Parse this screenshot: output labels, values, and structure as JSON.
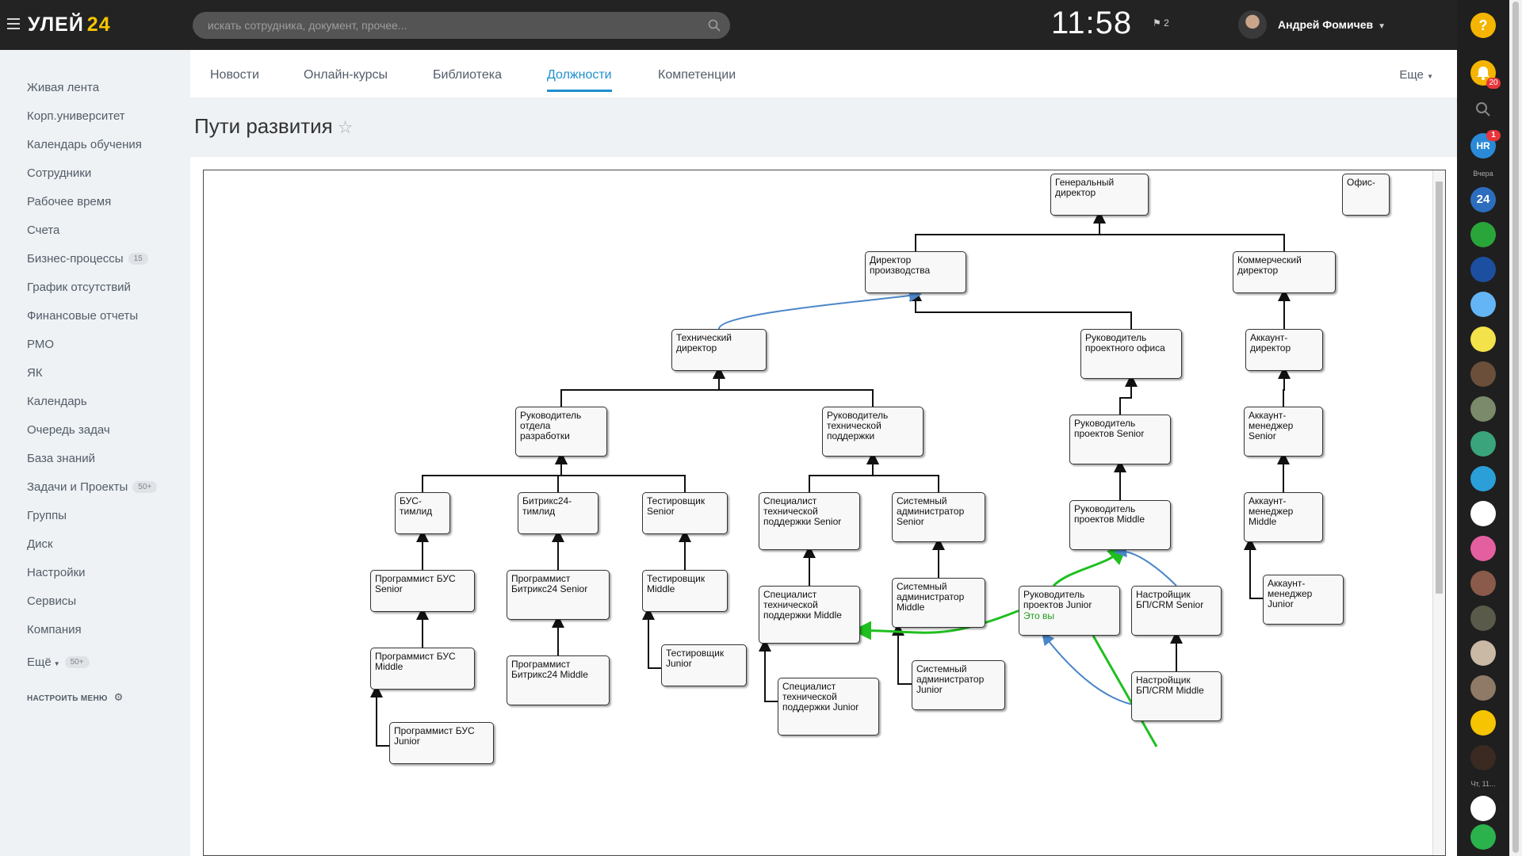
{
  "header": {
    "logo_text": "УЛЕЙ",
    "logo_num": "24",
    "search_placeholder": "искать сотрудника, документ, прочее...",
    "clock": "11:58",
    "flag_count": "2",
    "user_name": "Андрей Фомичев"
  },
  "rail": {
    "help": "?",
    "notif_badge": "20",
    "hr_badge": "1",
    "label_yesterday": "Вчера",
    "label_thu": "Чт, 11...",
    "avatars": [
      "hr",
      "b24",
      "green",
      "superman",
      "user",
      "evident",
      "man1",
      "man2",
      "flower",
      "funnel",
      "target",
      "pink",
      "woman1",
      "man3",
      "woman2",
      "man4",
      "pr-uley",
      "man5",
      "yin",
      "phone"
    ]
  },
  "leftmenu": {
    "items": [
      {
        "label": "Живая лента"
      },
      {
        "label": "Корп.университет"
      },
      {
        "label": "Календарь обучения"
      },
      {
        "label": "Сотрудники"
      },
      {
        "label": "Рабочее время"
      },
      {
        "label": "Счета"
      },
      {
        "label": "Бизнес-процессы",
        "count": "15"
      },
      {
        "label": "График отсутствий"
      },
      {
        "label": "Финансовые отчеты"
      },
      {
        "label": "РМО"
      },
      {
        "label": "ЯК"
      },
      {
        "label": "Календарь"
      },
      {
        "label": "Очередь задач"
      },
      {
        "label": "База знаний"
      },
      {
        "label": "Задачи и Проекты",
        "count": "50+"
      },
      {
        "label": "Группы"
      },
      {
        "label": "Диск"
      },
      {
        "label": "Настройки"
      },
      {
        "label": "Сервисы"
      },
      {
        "label": "Компания"
      }
    ],
    "more_label": "Ещё",
    "more_count": "50+",
    "settings_label": "НАСТРОИТЬ МЕНЮ"
  },
  "tabs": {
    "items": [
      "Новости",
      "Онлайн-курсы",
      "Библиотека",
      "Должности",
      "Компетенции"
    ],
    "active": "Должности",
    "more": "Еще"
  },
  "page": {
    "title": "Пути развития"
  },
  "orgchart": {
    "you_label": "Это вы",
    "nodes": [
      {
        "id": "gen",
        "label": "Генеральный директор"
      },
      {
        "id": "ofis",
        "label": "Офис-"
      },
      {
        "id": "dirprod",
        "label": "Директор производства"
      },
      {
        "id": "kom",
        "label": "Коммерческий директор"
      },
      {
        "id": "tech",
        "label": "Технический директор"
      },
      {
        "id": "rpo",
        "label": "Руководитель проектного офиса"
      },
      {
        "id": "akkdir",
        "label": "Аккаунт-директор"
      },
      {
        "id": "rod",
        "label": "Руководитель отдела разработки"
      },
      {
        "id": "rtp",
        "label": "Руководитель технической поддержки"
      },
      {
        "id": "rps",
        "label": "Руководитель проектов Senior"
      },
      {
        "id": "ams",
        "label": "Аккаунт-менеджер Senior"
      },
      {
        "id": "bust",
        "label": "БУС-тимлид"
      },
      {
        "id": "b24t",
        "label": "Битрикс24-тимлид"
      },
      {
        "id": "tests",
        "label": "Тестировщик Senior"
      },
      {
        "id": "stps",
        "label": "Специалист технической поддержки Senior"
      },
      {
        "id": "sas",
        "label": "Системный администратор Senior"
      },
      {
        "id": "rpm",
        "label": "Руководитель проектов Middle"
      },
      {
        "id": "amm",
        "label": "Аккаунт-менеджер Middle"
      },
      {
        "id": "pbuss",
        "label": "Программист БУС Senior"
      },
      {
        "id": "pb24s",
        "label": "Программист Битрикс24 Senior"
      },
      {
        "id": "testm",
        "label": "Тестировщик Middle"
      },
      {
        "id": "stpm",
        "label": "Специалист технической поддержки Middle"
      },
      {
        "id": "sam",
        "label": "Системный администратор Middle"
      },
      {
        "id": "rpj",
        "label": "Руководитель проектов Junior",
        "you": true
      },
      {
        "id": "nbps",
        "label": "Настройщик БП/CRM Senior"
      },
      {
        "id": "amj",
        "label": "Аккаунт-менеджер Junior"
      },
      {
        "id": "pbusm",
        "label": "Программист БУС Middle"
      },
      {
        "id": "testj",
        "label": "Тестировщик Junior"
      },
      {
        "id": "pb24m",
        "label": "Программист Битрикс24 Middle"
      },
      {
        "id": "stpj",
        "label": "Специалист технической поддержки Junior"
      },
      {
        "id": "saj",
        "label": "Системный администратор Junior"
      },
      {
        "id": "nbpm",
        "label": "Настройщик БП/CRM Middle"
      },
      {
        "id": "pbusj",
        "label": "Программист БУС Junior"
      }
    ],
    "edges": [
      {
        "from": "dirprod",
        "to": "gen",
        "style": "tree"
      },
      {
        "from": "kom",
        "to": "gen",
        "style": "tree"
      },
      {
        "from": "rpo",
        "to": "dirprod",
        "style": "tree"
      },
      {
        "from": "tech",
        "to": "dirprod",
        "style": "blue"
      },
      {
        "from": "akkdir",
        "to": "kom",
        "style": "tree"
      },
      {
        "from": "rod",
        "to": "tech",
        "style": "tree"
      },
      {
        "from": "rtp",
        "to": "tech",
        "style": "tree"
      },
      {
        "from": "rps",
        "to": "rpo",
        "style": "tree"
      },
      {
        "from": "ams",
        "to": "akkdir",
        "style": "tree"
      },
      {
        "from": "bust",
        "to": "rod",
        "style": "tree"
      },
      {
        "from": "b24t",
        "to": "rod",
        "style": "tree"
      },
      {
        "from": "tests",
        "to": "rod",
        "style": "tree"
      },
      {
        "from": "stps",
        "to": "rtp",
        "style": "tree"
      },
      {
        "from": "sas",
        "to": "rtp",
        "style": "tree"
      },
      {
        "from": "rpm",
        "to": "rps",
        "style": "tree"
      },
      {
        "from": "amm",
        "to": "ams",
        "style": "tree"
      },
      {
        "from": "amj",
        "to": "amm",
        "style": "side"
      },
      {
        "from": "pbuss",
        "to": "bust",
        "style": "tree"
      },
      {
        "from": "pb24s",
        "to": "b24t",
        "style": "tree"
      },
      {
        "from": "testm",
        "to": "tests",
        "style": "tree"
      },
      {
        "from": "stpm",
        "to": "stps",
        "style": "tree"
      },
      {
        "from": "sam",
        "to": "sas",
        "style": "tree"
      },
      {
        "from": "testj",
        "to": "testm",
        "style": "side"
      },
      {
        "from": "pbusm",
        "to": "pbuss",
        "style": "tree"
      },
      {
        "from": "pb24m",
        "to": "pb24s",
        "style": "tree"
      },
      {
        "from": "stpj",
        "to": "stpm",
        "style": "side"
      },
      {
        "from": "saj",
        "to": "sam",
        "style": "side"
      },
      {
        "from": "nbpm",
        "to": "nbps",
        "style": "tree"
      },
      {
        "from": "pbusj",
        "to": "pbusm",
        "style": "side"
      },
      {
        "from": "rpj",
        "to": "rpm",
        "style": "green"
      },
      {
        "from": "rpj",
        "to": "stpm",
        "style": "green"
      },
      {
        "from": "nbps",
        "to": "rpm",
        "style": "blue"
      },
      {
        "from": "nbpm",
        "to": "rpj",
        "style": "blue"
      },
      {
        "from": "rpj",
        "to": "offscreen",
        "style": "green"
      }
    ]
  }
}
